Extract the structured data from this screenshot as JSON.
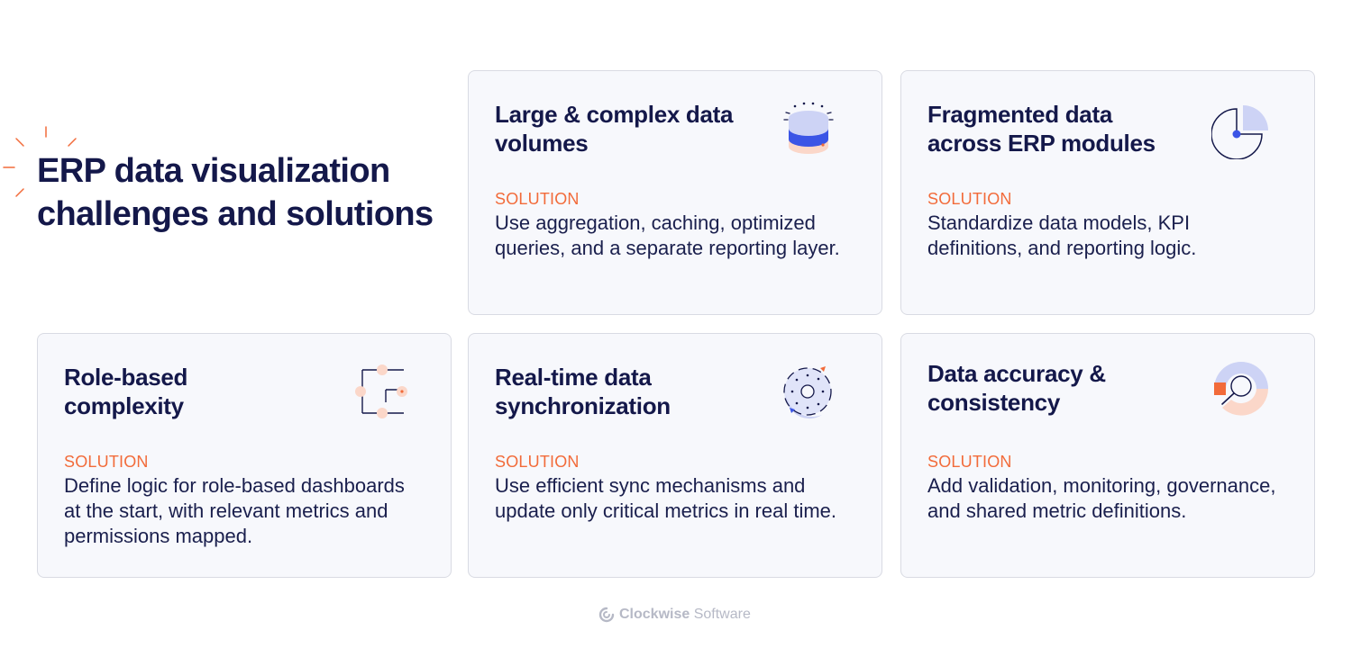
{
  "header": {
    "title_line1": "ERP data visualization",
    "title_line2": "challenges and solutions"
  },
  "cards": [
    {
      "title_line1": "Large & complex data",
      "title_line2": "volumes",
      "label": "SOLUTION",
      "body": "Use aggregation, caching, optimized queries, and a separate reporting layer.",
      "icon": "database-icon"
    },
    {
      "title_line1": "Fragmented data",
      "title_line2": "across ERP modules",
      "label": "SOLUTION",
      "body": "Standardize data models, KPI definitions, and reporting logic.",
      "icon": "pie-segment-icon"
    },
    {
      "title_line1": "Role-based",
      "title_line2": "complexity",
      "label": "SOLUTION",
      "body": "Define logic for role-based dashboards at the start, with relevant metrics and permissions mapped.",
      "icon": "hierarchy-icon"
    },
    {
      "title_line1": "Real-time data",
      "title_line2": "synchronization",
      "label": "SOLUTION",
      "body": "Use efficient sync mechanisms and update only critical metrics in real time.",
      "icon": "sync-icon"
    },
    {
      "title_line1": "Data accuracy &",
      "title_line2": "consistency",
      "label": "SOLUTION",
      "body": "Add validation, monitoring, governance, and shared metric definitions.",
      "icon": "magnifier-donut-icon"
    }
  ],
  "footer": {
    "brand_bold": "Clockwise",
    "brand_light": "Software",
    "icon": "clockwise-logo-icon"
  },
  "colors": {
    "navy": "#14184a",
    "accent_orange": "#f26b3a",
    "accent_blue": "#3b55e6",
    "lavender": "#cdd3f5",
    "peach": "#fbd7c9",
    "card_bg": "#f7f8fc",
    "card_border": "#d9dbe3"
  }
}
